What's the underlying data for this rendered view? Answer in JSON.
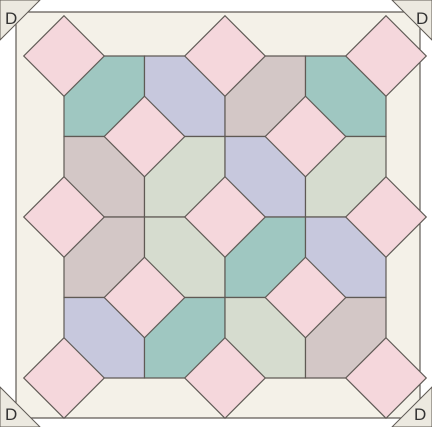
{
  "corner_labels": {
    "top_left": "D",
    "top_right": "D",
    "bottom_left": "D",
    "bottom_right": "D"
  },
  "colors": {
    "background": "#ffffff",
    "border_fabric": "#f4f1e8",
    "seam": "#5f5a55",
    "pink_square": "#f5d7dc",
    "teal": "#9fc7c1",
    "lavender": "#c7c8dd",
    "mauve": "#d3c7c6",
    "sage": "#d6dccf",
    "corner_triangle": "#ece9e0"
  },
  "block_grid": [
    [
      "teal",
      "lavender",
      "mauve",
      "teal"
    ],
    [
      "mauve",
      "sage",
      "lavender",
      "sage"
    ],
    [
      "mauve",
      "sage",
      "teal",
      "lavender"
    ],
    [
      "lavender",
      "teal",
      "sage",
      "mauve"
    ]
  ]
}
